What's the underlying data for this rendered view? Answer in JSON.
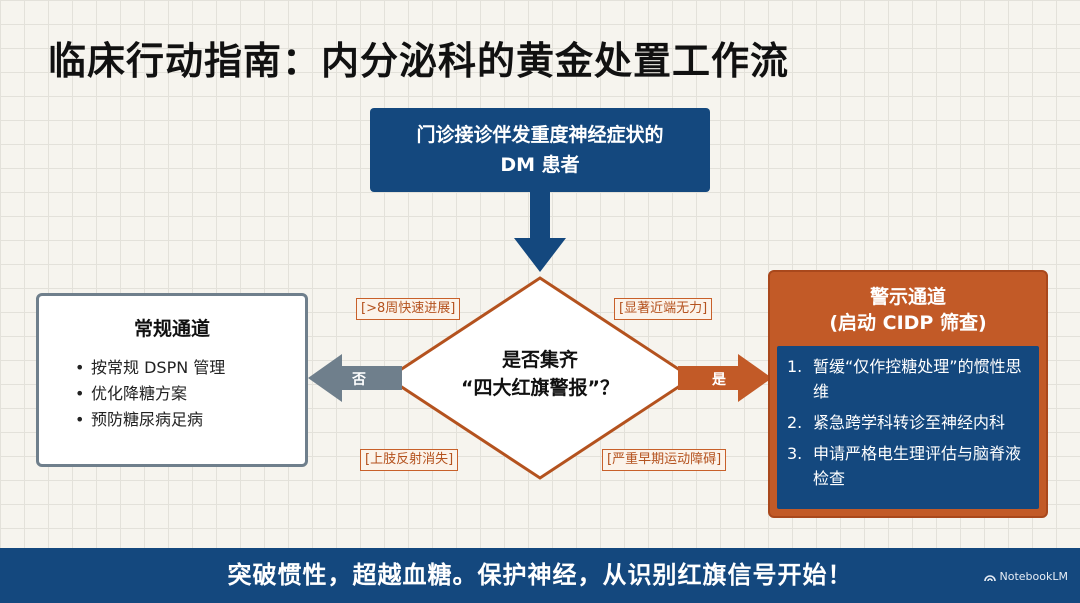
{
  "title": "临床行动指南：内分泌科的黄金处置工作流",
  "start": {
    "line1": "门诊接诊伴发重度神经症状的",
    "line2": "DM 患者"
  },
  "decision": {
    "line1": "是否集齐",
    "line2": "“四大红旗警报”？"
  },
  "criteria": [
    "[>8周快速进展]",
    "[显著近端无力]",
    "[上肢反射消失]",
    "[严重早期运动障碍]"
  ],
  "no_label": "否",
  "yes_label": "是",
  "routine": {
    "title": "常规通道",
    "items": [
      "按常规 DSPN 管理",
      "优化降糖方案",
      "预防糖尿病足病"
    ]
  },
  "warning": {
    "title": "警示通道",
    "subtitle": "(启动 CIDP 筛查)",
    "items": [
      {
        "num": "1.",
        "text": "暂缓“仅作控糖处理”的惯性思维"
      },
      {
        "num": "2.",
        "text": "紧急跨学科转诊至神经内科"
      },
      {
        "num": "3.",
        "text": "申请严格电生理评估与脑脊液检查"
      }
    ]
  },
  "banner": "突破惯性，超越血糖。保护神经，从识别红旗信号开始！",
  "brand": "NotebookLM",
  "colors": {
    "navy": "#14487e",
    "orange": "#c25a27",
    "gray": "#6f7f8c"
  }
}
